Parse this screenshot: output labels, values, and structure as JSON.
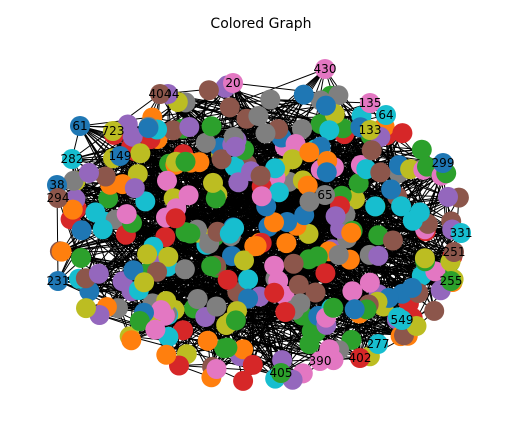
{
  "title": "Colored Graph",
  "palette": [
    "#1f77b4",
    "#ff7f0e",
    "#2ca02c",
    "#d62728",
    "#9467bd",
    "#8c564b",
    "#e377c2",
    "#7f7f7f",
    "#bcbd22",
    "#17becf"
  ],
  "labeled_nodes": [
    {
      "label": "430",
      "color": "#e377c2"
    },
    {
      "label": "61",
      "color": "#1f77b4"
    },
    {
      "label": "404",
      "color": "#9467bd"
    },
    {
      "label": "20",
      "color": "#e377c2"
    },
    {
      "label": "135",
      "color": "#e377c2"
    },
    {
      "label": "64",
      "color": "#17becf"
    },
    {
      "label": "38",
      "color": "#1f77b4"
    },
    {
      "label": "294",
      "color": "#8c564b"
    },
    {
      "label": "231",
      "color": "#1f77b4"
    },
    {
      "label": "405",
      "color": "#2ca02c"
    },
    {
      "label": "402",
      "color": "#d62728"
    },
    {
      "label": "277",
      "color": "#17becf"
    },
    {
      "label": "549",
      "color": "#17becf"
    },
    {
      "label": "331",
      "color": "#17becf"
    },
    {
      "label": "251",
      "color": "#8c564b"
    },
    {
      "label": "255",
      "color": "#2ca02c"
    },
    {
      "label": "299",
      "color": "#1f77b4"
    },
    {
      "label": "390",
      "color": "#e377c2"
    },
    {
      "label": "723",
      "color": "#bcbd22"
    },
    {
      "label": "282",
      "color": "#17becf"
    },
    {
      "label": "149",
      "color": "#1f77b4"
    },
    {
      "label": "65",
      "color": "#7f7f7f"
    },
    {
      "label": "404",
      "color": "#8c564b"
    },
    {
      "label": "133",
      "color": "#bcbd22"
    }
  ]
}
